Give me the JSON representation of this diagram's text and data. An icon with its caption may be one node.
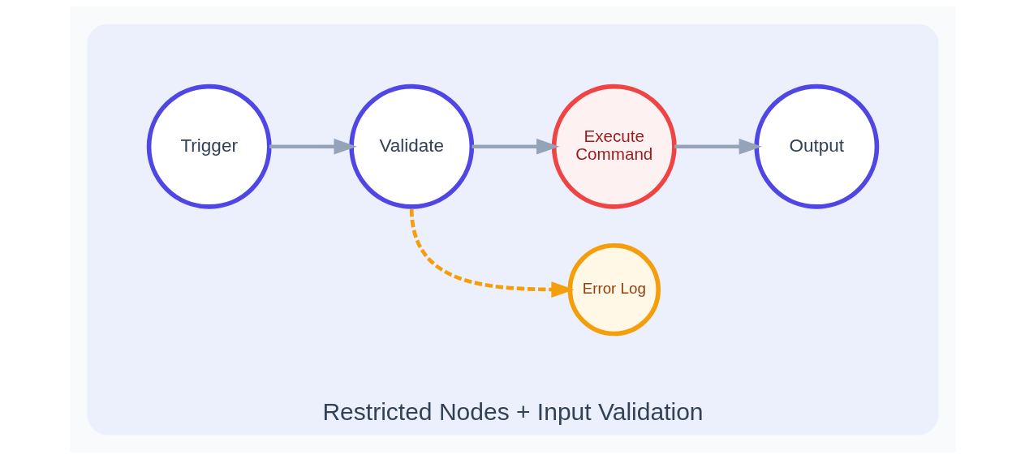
{
  "diagram": {
    "nodes": [
      {
        "text": [
          "Restricted Nodes + Input Validation"
        ]
      },
      {
        "text": [
          "Trigger"
        ],
        "in": 0
      },
      {
        "text": [
          "Validate"
        ],
        "in": 0
      },
      {
        "text": [
          "Execute Command"
        ],
        "in": 0
      },
      {
        "text": [
          "Output"
        ],
        "in": 0
      },
      {
        "text": [
          "Error Log"
        ],
        "in": 0
      }
    ],
    "edges": [
      {
        "from": 1,
        "to": 2,
        "arrow": "to"
      },
      {
        "from": 2,
        "to": 3,
        "arrow": "to"
      },
      {
        "from": 3,
        "to": 4,
        "arrow": "to"
      },
      {
        "from": 2,
        "to": 5,
        "arrow": "to",
        "style": "dashed",
        "color": "#f59e0b"
      }
    ]
  }
}
